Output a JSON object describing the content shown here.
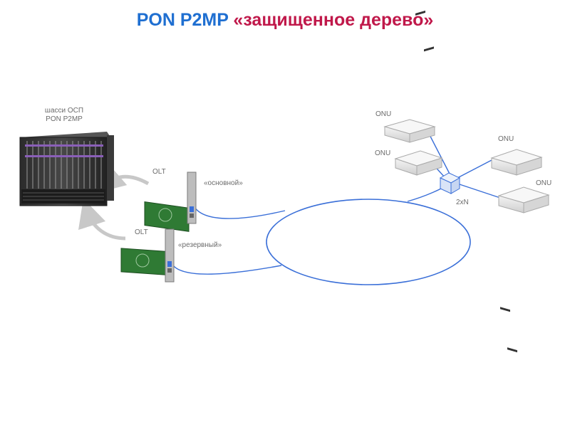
{
  "title": {
    "part1": "PON P2MP ",
    "part2": "«защищенное дерево»",
    "color1": "#1f6fd1",
    "color2": "#c0184a"
  },
  "chassis": {
    "label_line1": "шасси ОСП",
    "label_line2": "PON P2MP"
  },
  "olt_main": {
    "label": "OLT",
    "role": "«основной»"
  },
  "olt_reserve": {
    "label": "OLT",
    "role": "«резервный»"
  },
  "splitter": {
    "label": "2xN"
  },
  "onus": [
    {
      "label": "ONU"
    },
    {
      "label": "ONU"
    },
    {
      "label": "ONU"
    },
    {
      "label": "ONU"
    }
  ],
  "colors": {
    "fiber": "#3a6fd8",
    "arrow": "#c8c8c8",
    "board": "#2f7a34"
  }
}
